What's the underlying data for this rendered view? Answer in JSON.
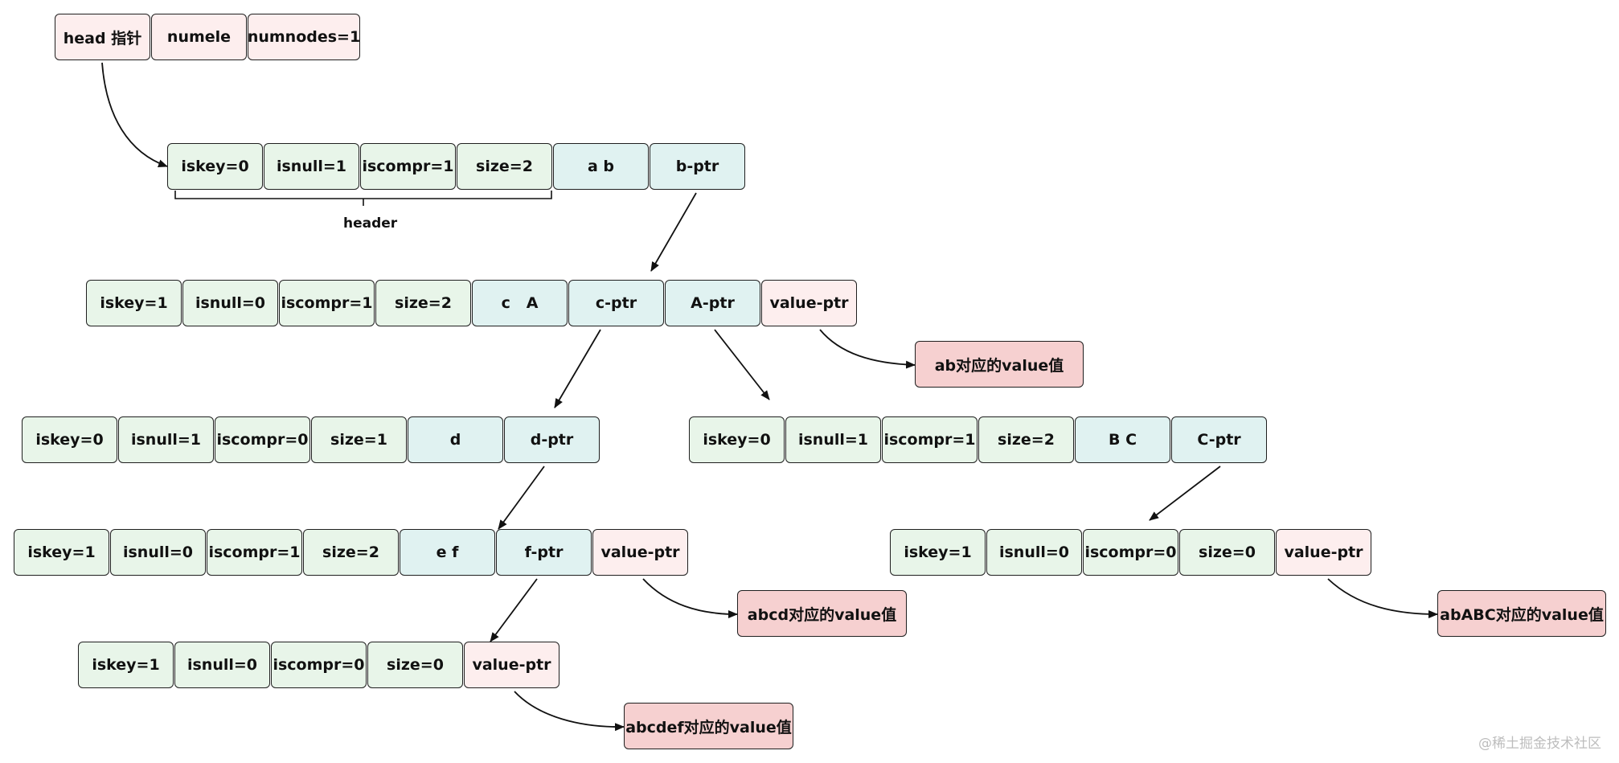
{
  "header_node": {
    "cells": [
      "head 指针",
      "numele",
      "numnodes=1"
    ]
  },
  "node1": {
    "cells": [
      "iskey=0",
      "isnull=1",
      "iscompr=1",
      "size=2",
      "a b",
      "b-ptr"
    ],
    "brace_label": "header"
  },
  "node2": {
    "cells": [
      "iskey=1",
      "isnull=0",
      "iscompr=1",
      "size=2",
      "c   A",
      "c-ptr",
      "A-ptr",
      "value-ptr"
    ]
  },
  "node3": {
    "cells": [
      "iskey=0",
      "isnull=1",
      "iscompr=0",
      "size=1",
      "d",
      "d-ptr"
    ]
  },
  "node4": {
    "cells": [
      "iskey=0",
      "isnull=1",
      "iscompr=1",
      "size=2",
      "B C",
      "C-ptr"
    ]
  },
  "node5": {
    "cells": [
      "iskey=1",
      "isnull=0",
      "iscompr=1",
      "size=2",
      "e f",
      "f-ptr",
      "value-ptr"
    ]
  },
  "node6": {
    "cells": [
      "iskey=1",
      "isnull=0",
      "iscompr=0",
      "size=0",
      "value-ptr"
    ]
  },
  "node7": {
    "cells": [
      "iskey=1",
      "isnull=0",
      "iscompr=0",
      "size=0",
      "value-ptr"
    ]
  },
  "values": {
    "ab": "ab对应的value值",
    "abcd": "abcd对应的value值",
    "abABC": "abABC对应的value值",
    "abcdef": "abcdef对应的value值"
  },
  "watermark": "@稀土掘金技术社区",
  "colors": {
    "header_field": "#e8f5e9",
    "data": "#e0f2f1",
    "pointer": "#fdeeee",
    "value": "#f6d0d0",
    "stroke": "#1f1f1f"
  }
}
